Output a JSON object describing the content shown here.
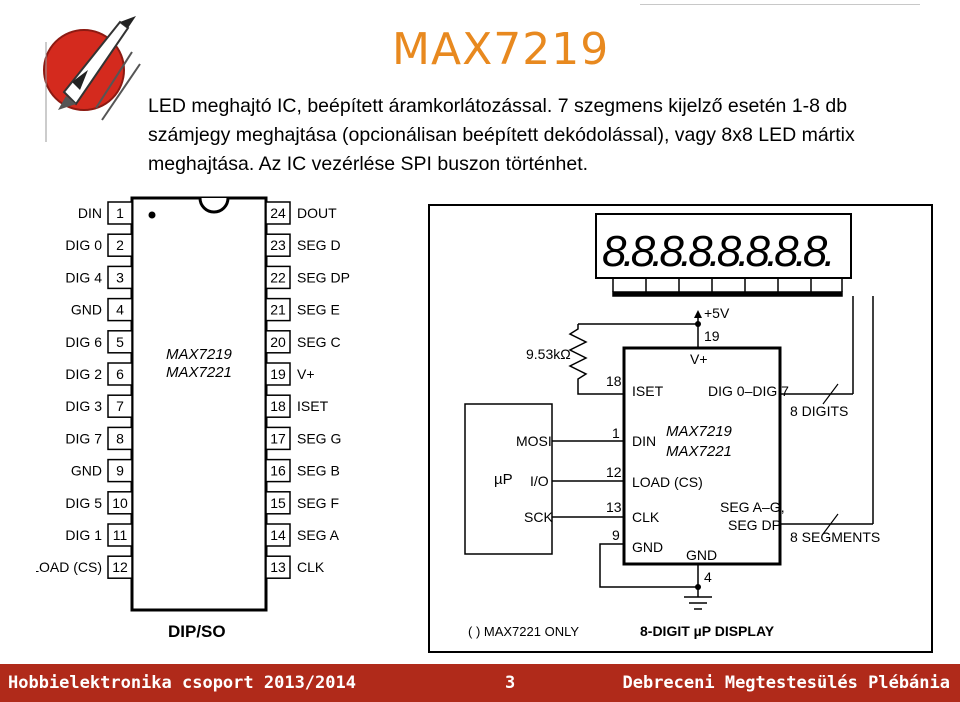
{
  "slide": {
    "title": "MAX7219",
    "description": "LED meghajtó IC, beépített áramkorlátozással. 7 szegmens kijelző esetén 1-8 db számjegy meghajtása (opcionálisan beépített dekódolással), vagy 8x8 LED mártix meghajtása.  Az IC vezérlése SPI buszon történhet."
  },
  "pinout": {
    "left_pins": [
      {
        "num": "1",
        "name": "DIN"
      },
      {
        "num": "2",
        "name": "DIG 0"
      },
      {
        "num": "3",
        "name": "DIG 4"
      },
      {
        "num": "4",
        "name": "GND"
      },
      {
        "num": "5",
        "name": "DIG 6"
      },
      {
        "num": "6",
        "name": "DIG 2"
      },
      {
        "num": "7",
        "name": "DIG 3"
      },
      {
        "num": "8",
        "name": "DIG 7"
      },
      {
        "num": "9",
        "name": "GND"
      },
      {
        "num": "10",
        "name": "DIG 5"
      },
      {
        "num": "11",
        "name": "DIG 1"
      },
      {
        "num": "12",
        "name": "LOAD (CS)"
      }
    ],
    "right_pins": [
      {
        "num": "24",
        "name": "DOUT"
      },
      {
        "num": "23",
        "name": "SEG D"
      },
      {
        "num": "22",
        "name": "SEG DP"
      },
      {
        "num": "21",
        "name": "SEG E"
      },
      {
        "num": "20",
        "name": "SEG C"
      },
      {
        "num": "19",
        "name": "V+"
      },
      {
        "num": "18",
        "name": "ISET"
      },
      {
        "num": "17",
        "name": "SEG G"
      },
      {
        "num": "16",
        "name": "SEG B"
      },
      {
        "num": "15",
        "name": "SEG F"
      },
      {
        "num": "14",
        "name": "SEG A"
      },
      {
        "num": "13",
        "name": "CLK"
      }
    ],
    "chip_name_1": "MAX7219",
    "chip_name_2": "MAX7221",
    "package_label": "DIP/SO"
  },
  "application": {
    "display_digits": "8.8.8.8.8.8.8.8.",
    "vplus_supply": "+5V",
    "pin_19": "19",
    "vplus_label": "V+",
    "resistor_value": "9.53kΩ",
    "pin_18": "18",
    "iset_label": "ISET",
    "dig_label": "DIG 0–DIG 7",
    "digits_bus": "8 DIGITS",
    "chip_name_1": "MAX7219",
    "chip_name_2": "MAX7221",
    "pin_1": "1",
    "din_label": "DIN",
    "pin_12": "12",
    "load_label": "LOAD (CS)",
    "pin_13": "13",
    "clk_label": "CLK",
    "pin_9": "9",
    "gnd_label_left": "GND",
    "gnd_label_bottom": "GND",
    "pin_4": "4",
    "seg_label_1": "SEG A–G,",
    "seg_label_2": "SEG DP",
    "segments_bus": "8 SEGMENTS",
    "mcu_label": "µP",
    "mosi_label": "MOSI",
    "io_label": "I/O",
    "sck_label": "SCK",
    "note": "( ) MAX7221 ONLY",
    "caption": "8-DIGIT µP DISPLAY"
  },
  "footer": {
    "left": "Hobbielektronika csoport 2013/2014",
    "page": "3",
    "right": "Debreceni Megtestesülés Plébánia"
  },
  "colors": {
    "title": "#e8891f",
    "footer_bg": "#b02a1a",
    "logo_red": "#d42a1e"
  }
}
